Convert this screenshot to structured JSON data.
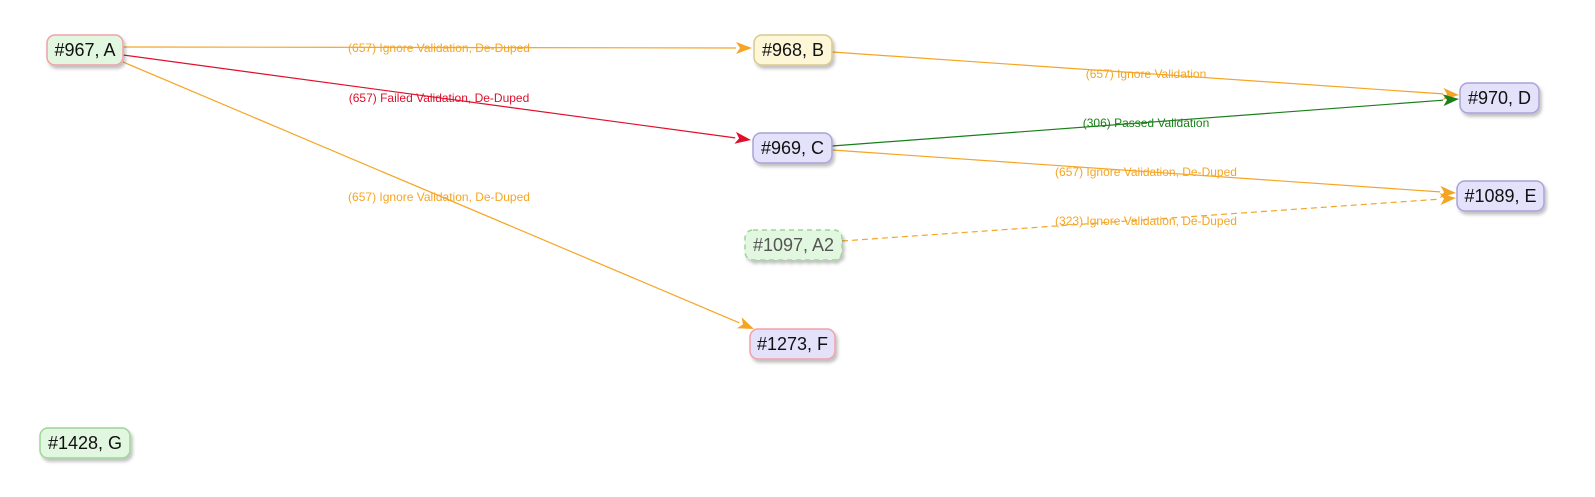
{
  "colors": {
    "ignore": "#f5a524",
    "failed": "#e0102a",
    "passed": "#1a7f1a",
    "green_fill": "#e2f7df",
    "green_stroke": "#f2a5a5",
    "green_stroke_plain": "#9fd49a",
    "yellow_fill": "#fdf7d8",
    "yellow_stroke": "#d8c98f",
    "purple_fill": "#e4e1fb",
    "purple_stroke": "#a9a2d8",
    "pink_stroke": "#f0a0a8"
  },
  "nodes": [
    {
      "id": "A",
      "label": "#967, A",
      "fill": "green_fill",
      "stroke": "pink_stroke",
      "dashed": false
    },
    {
      "id": "B",
      "label": "#968, B",
      "fill": "yellow_fill",
      "stroke": "yellow_stroke",
      "dashed": false
    },
    {
      "id": "C",
      "label": "#969, C",
      "fill": "purple_fill",
      "stroke": "purple_stroke",
      "dashed": false
    },
    {
      "id": "D",
      "label": "#970, D",
      "fill": "purple_fill",
      "stroke": "purple_stroke",
      "dashed": false
    },
    {
      "id": "E",
      "label": "#1089, E",
      "fill": "purple_fill",
      "stroke": "purple_stroke",
      "dashed": false
    },
    {
      "id": "A2",
      "label": "#1097, A2",
      "fill": "green_fill",
      "stroke": "green_stroke_plain",
      "dashed": true
    },
    {
      "id": "F",
      "label": "#1273, F",
      "fill": "purple_fill",
      "stroke": "pink_stroke",
      "dashed": false
    },
    {
      "id": "G",
      "label": "#1428, G",
      "fill": "green_fill",
      "stroke": "green_stroke_plain",
      "dashed": false
    }
  ],
  "edges": [
    {
      "from": "A",
      "to": "B",
      "label": "(657) Ignore Validation, De-Duped",
      "color": "ignore",
      "dashed": false
    },
    {
      "from": "A",
      "to": "C",
      "label": "(657) Failed Validation, De-Duped",
      "color": "failed",
      "dashed": false
    },
    {
      "from": "A",
      "to": "F",
      "label": "(657) Ignore Validation, De-Duped",
      "color": "ignore",
      "dashed": false
    },
    {
      "from": "B",
      "to": "D",
      "label": "(657) Ignore Validation",
      "color": "ignore",
      "dashed": false
    },
    {
      "from": "C",
      "to": "D",
      "label": "(306) Passed Validation",
      "color": "passed",
      "dashed": false
    },
    {
      "from": "C",
      "to": "E",
      "label": "(657) Ignore Validation, De-Duped",
      "color": "ignore",
      "dashed": false
    },
    {
      "from": "A2",
      "to": "E",
      "label": "(323) Ignore Validation, De-Duped",
      "color": "ignore",
      "dashed": true
    }
  ]
}
